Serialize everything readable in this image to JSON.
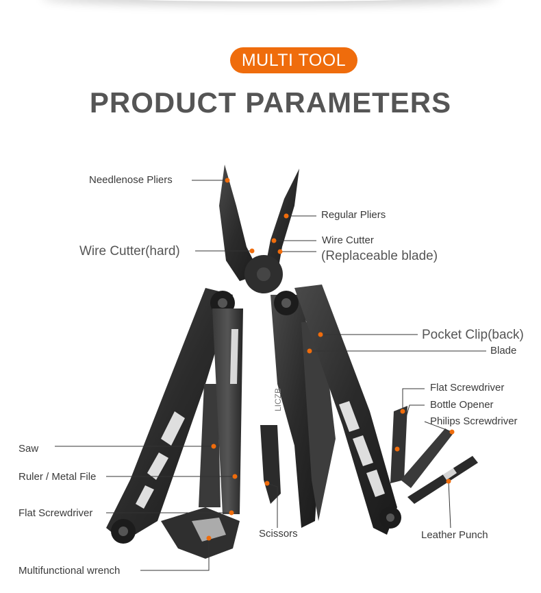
{
  "badge": "MULTI TOOL",
  "title": "PRODUCT PARAMETERS",
  "accent_color": "#ef6c0c",
  "tool_engraving": "LICZB",
  "labels": {
    "needlenose_pliers": "Needlenose Pliers",
    "regular_pliers": "Regular Pliers",
    "wire_cutter_hard": "Wire Cutter(hard)",
    "wire_cutter": "Wire Cutter",
    "replaceable_blade": "(Replaceable blade)",
    "pocket_clip": "Pocket Clip(back)",
    "blade": "Blade",
    "flat_screwdriver_right": "Flat Screwdriver",
    "bottle_opener": "Bottle Opener",
    "philips_screwdriver": "Philips Screwdriver",
    "saw": "Saw",
    "ruler_metal_file": "Ruler / Metal File",
    "flat_screwdriver_left": "Flat Screwdriver",
    "scissors": "Scissors",
    "leather_punch": "Leather Punch",
    "multifunctional_wrench": "Multifunctional wrench"
  }
}
